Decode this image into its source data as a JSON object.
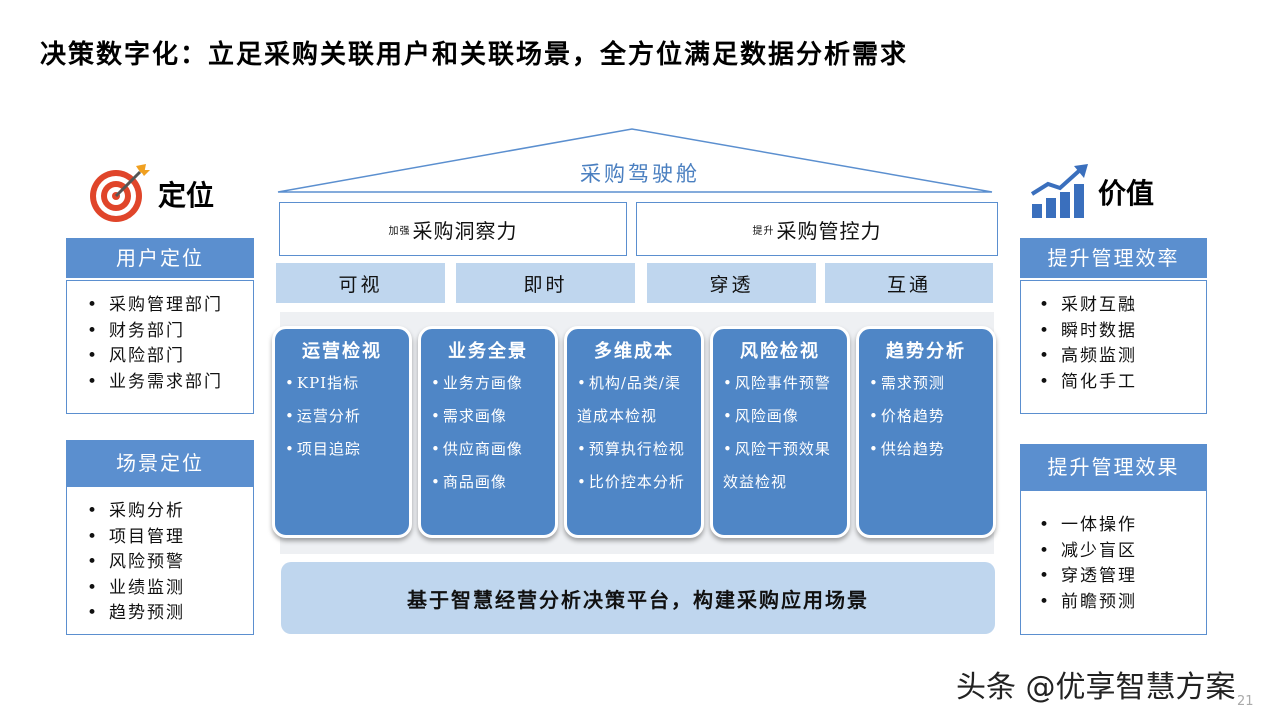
{
  "title": "决策数字化：立足采购关联用户和关联场景，全方位满足数据分析需求",
  "left": {
    "heading": "定位",
    "icon": "target-icon",
    "panels": [
      {
        "title": "用户定位",
        "items": [
          "采购管理部门",
          "财务部门",
          "风险部门",
          "业务需求部门"
        ]
      },
      {
        "title": "场景定位",
        "items": [
          "采购分析",
          "项目管理",
          "风险预警",
          "业绩监测",
          "趋势预测"
        ]
      }
    ]
  },
  "right": {
    "heading": "价值",
    "icon": "growth-chart-icon",
    "panels": [
      {
        "title": "提升管理效率",
        "items": [
          "采财互融",
          "瞬时数据",
          "高频监测",
          "简化手工"
        ]
      },
      {
        "title": "提升管理效果",
        "items": [
          "一体操作",
          "减少盲区",
          "穿透管理",
          "前瞻预测"
        ]
      }
    ]
  },
  "center": {
    "roof_title": "采购驾驶舱",
    "pillars": [
      {
        "prefix": "加强",
        "label": "采购洞察力"
      },
      {
        "prefix": "提升",
        "label": "采购管控力"
      }
    ],
    "features": [
      "可视",
      "即时",
      "穿透",
      "互通"
    ],
    "modules": [
      {
        "title": "运营检视",
        "items": [
          "KPI指标",
          "运营分析",
          "项目追踪"
        ]
      },
      {
        "title": "业务全景",
        "items": [
          "业务方画像",
          "需求画像",
          "供应商画像",
          "商品画像"
        ]
      },
      {
        "title": "多维成本",
        "items": [
          "机构/品类/渠道成本检视",
          "预算执行检视",
          "比价控本分析"
        ]
      },
      {
        "title": "风险检视",
        "items": [
          "风险事件预警",
          "风险画像",
          "风险干预效果效益检视"
        ]
      },
      {
        "title": "趋势分析",
        "items": [
          "需求预测",
          "价格趋势",
          "供给趋势"
        ]
      }
    ],
    "base": "基于智慧经营分析决策平台，构建采购应用场景"
  },
  "colors": {
    "accent": "#5b8fcf",
    "light": "#bfd6ee",
    "module": "#4f86c6",
    "target_red": "#e0452a",
    "chart_blue": "#3a6fbd"
  },
  "watermark": "头条 @优享智慧方案",
  "slide_number": "21"
}
